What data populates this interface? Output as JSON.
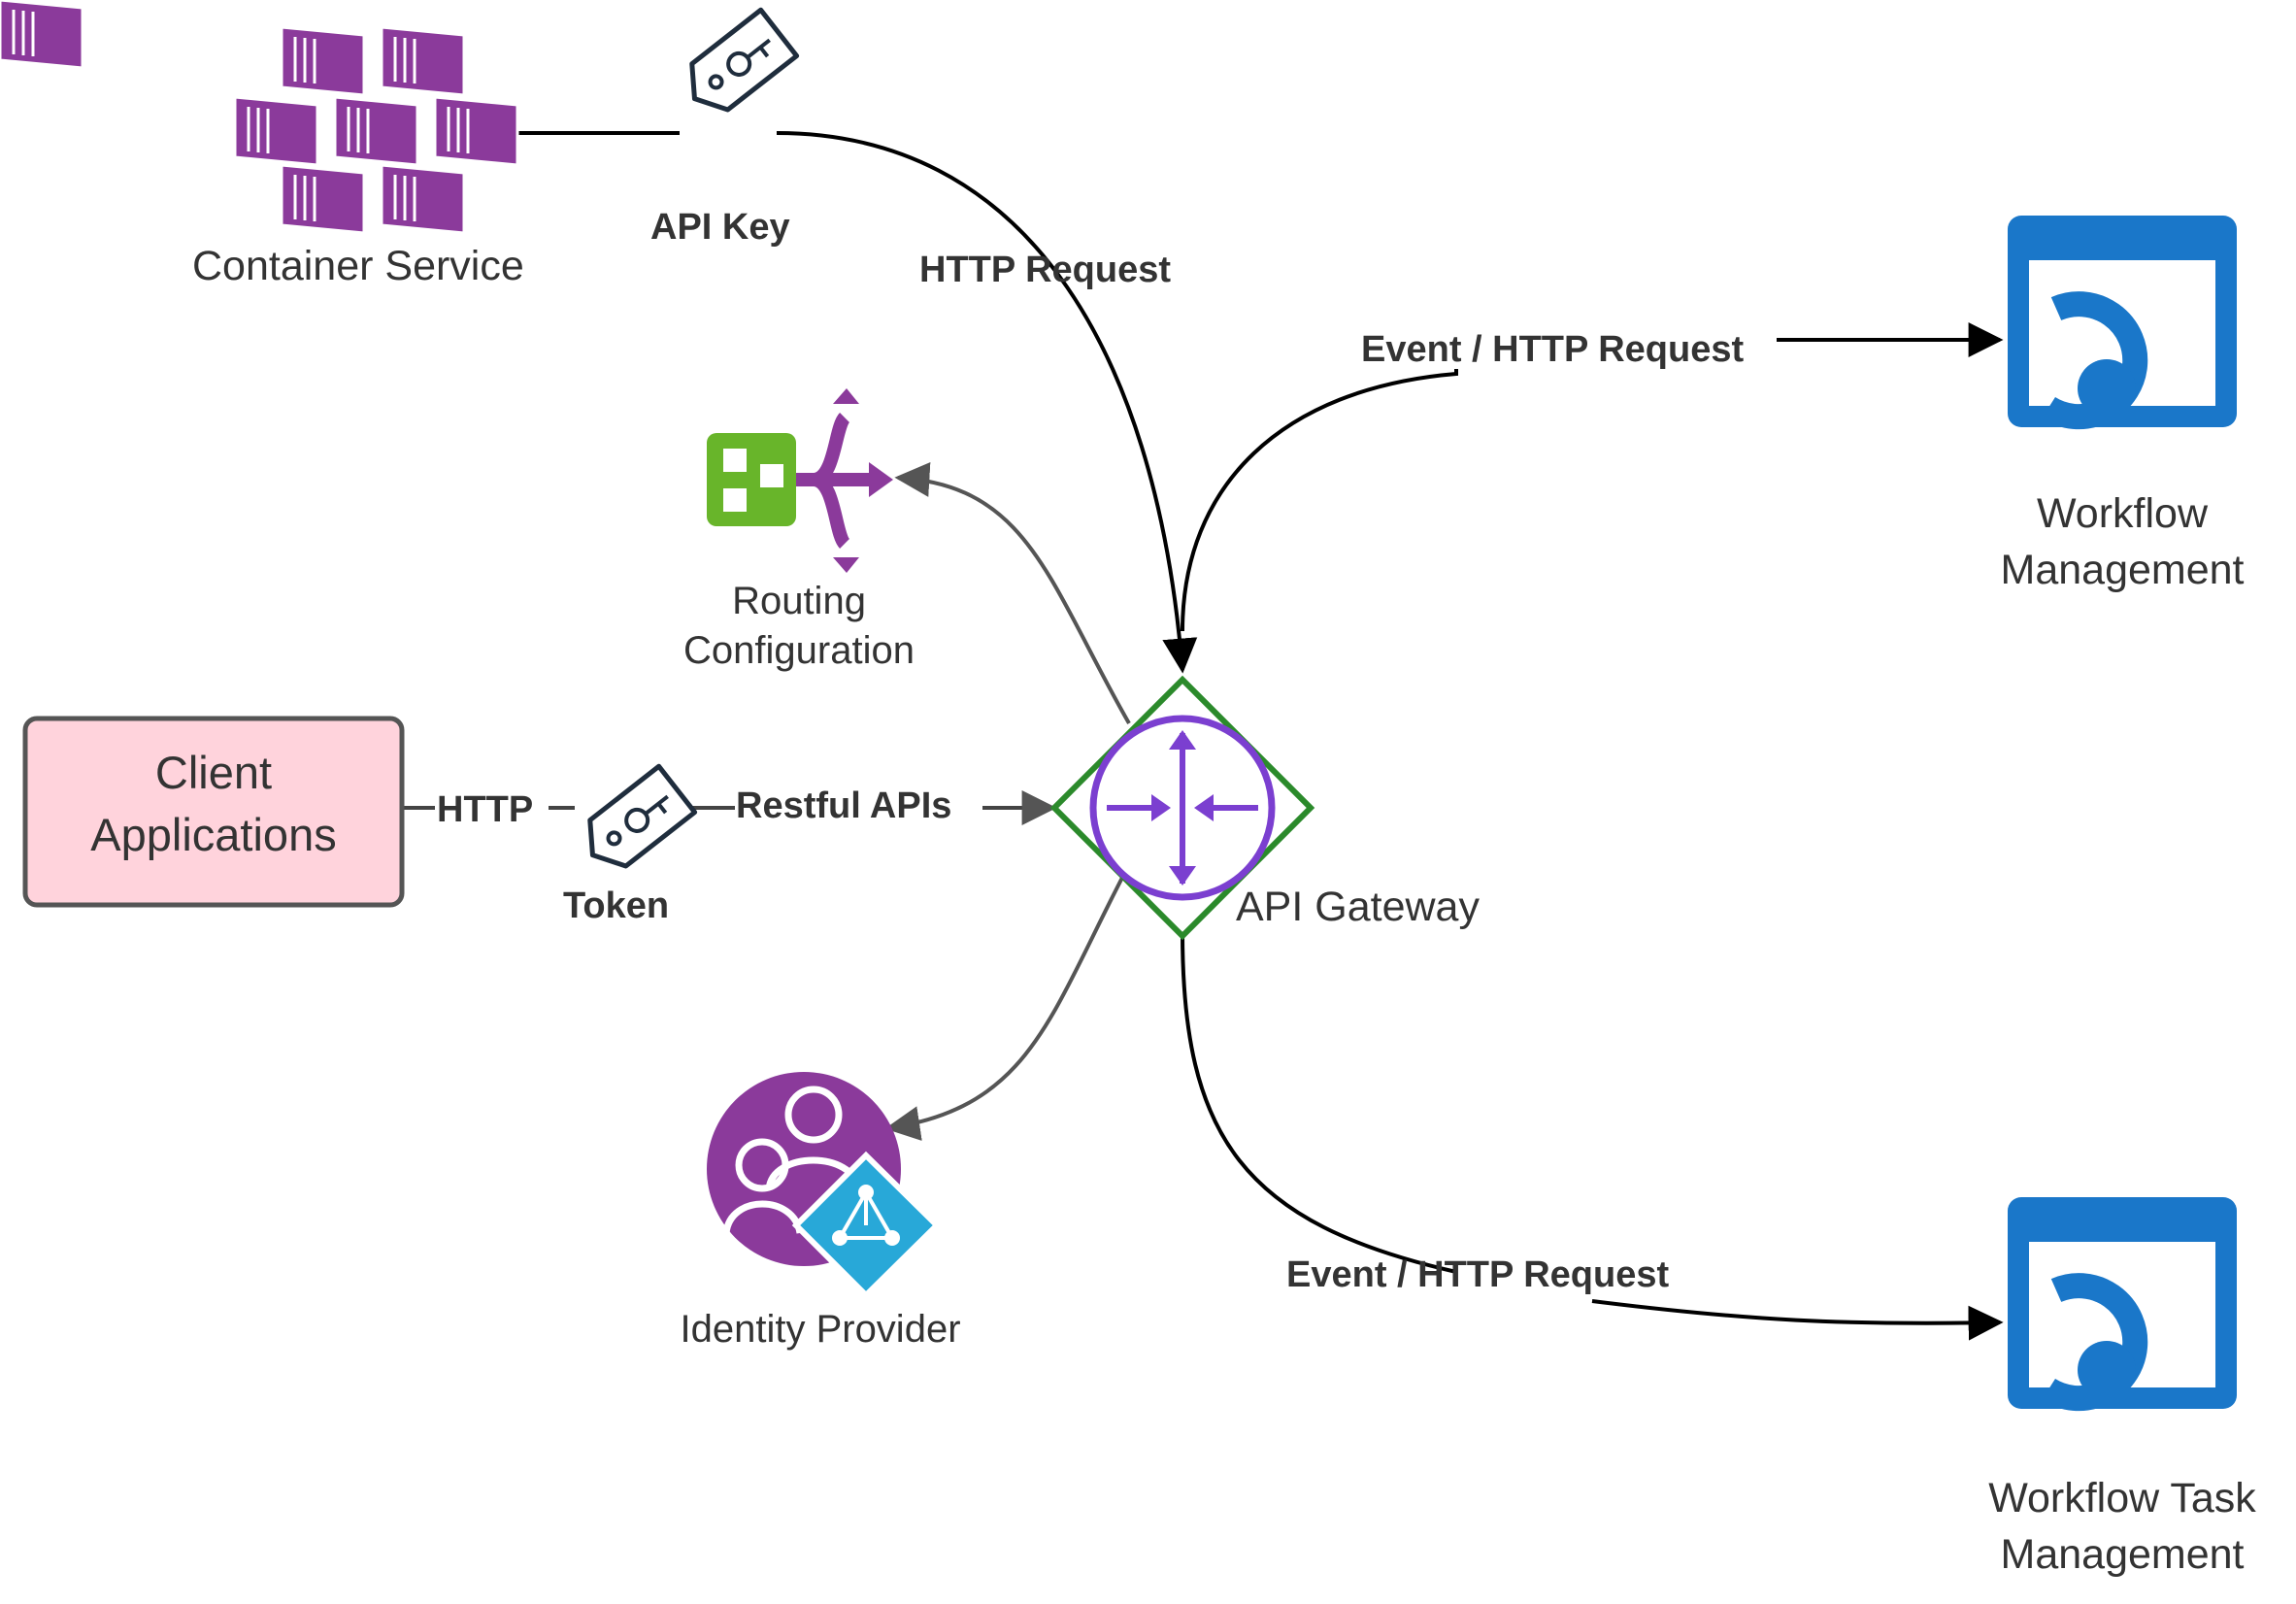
{
  "nodes": {
    "container_service": {
      "label": "Container Service",
      "color": "#8b3a9b"
    },
    "routing": {
      "line1": "Routing",
      "line2": "Configuration",
      "green": "#68b52a",
      "purple": "#8b3a9b"
    },
    "client": {
      "line1": "Client",
      "line2": "Applications",
      "fill": "#ffd3dc"
    },
    "gateway": {
      "label": "API Gateway",
      "diamond": "#2b8a2b",
      "circle": "#7b3fd0"
    },
    "identity": {
      "label": "Identity Provider",
      "purple": "#8b3a9b",
      "blue": "#28a8d8"
    },
    "workflow": {
      "line1": "Workflow",
      "line2": "Management",
      "color": "#1a77c9"
    },
    "workflow_task": {
      "line1": "Workflow Task",
      "line2": "Management",
      "color": "#1a77c9"
    }
  },
  "edges": {
    "api_key": "API Key",
    "http_request": "HTTP Request",
    "event_http_top": "Event / HTTP Request",
    "event_http_bottom": "Event / HTTP Request",
    "http": "HTTP",
    "token": "Token",
    "restful": "Restful APIs"
  }
}
